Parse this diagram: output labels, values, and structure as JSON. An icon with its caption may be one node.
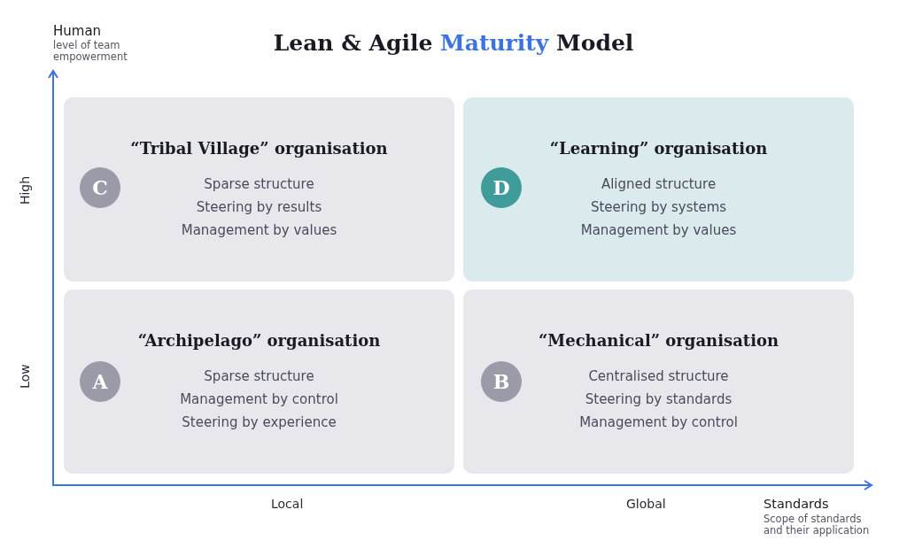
{
  "diagram": {
    "title": "Lean & Agile Maturity Model",
    "nodes": [
      {
        "text": [
          "“Tribal Village” organisation",
          "Sparse structure",
          "Steering by results",
          "Management by values"
        ]
      },
      {
        "text": [
          "C"
        ],
        "in": 0
      },
      {
        "text": [
          "“Learning” organisation",
          "Aligned structure",
          "Steering by systems",
          "Management by values"
        ]
      },
      {
        "text": [
          "D"
        ],
        "in": 2
      },
      {
        "text": [
          "“Archipelago” organisation",
          "Sparse structure",
          "Management by control",
          "Steering by experience"
        ]
      },
      {
        "text": [
          "A"
        ],
        "in": 4
      },
      {
        "text": [
          "“Mechanical” organisation",
          "Centralised structure",
          "Steering by standards",
          "Management by control"
        ]
      },
      {
        "text": [
          "B"
        ],
        "in": 6
      }
    ],
    "edges": [],
    "labels": [
      "Human",
      "level of team empowerment",
      "High",
      "Low",
      "Local",
      "Global",
      "Standards",
      "Scope of standards and their application"
    ]
  }
}
